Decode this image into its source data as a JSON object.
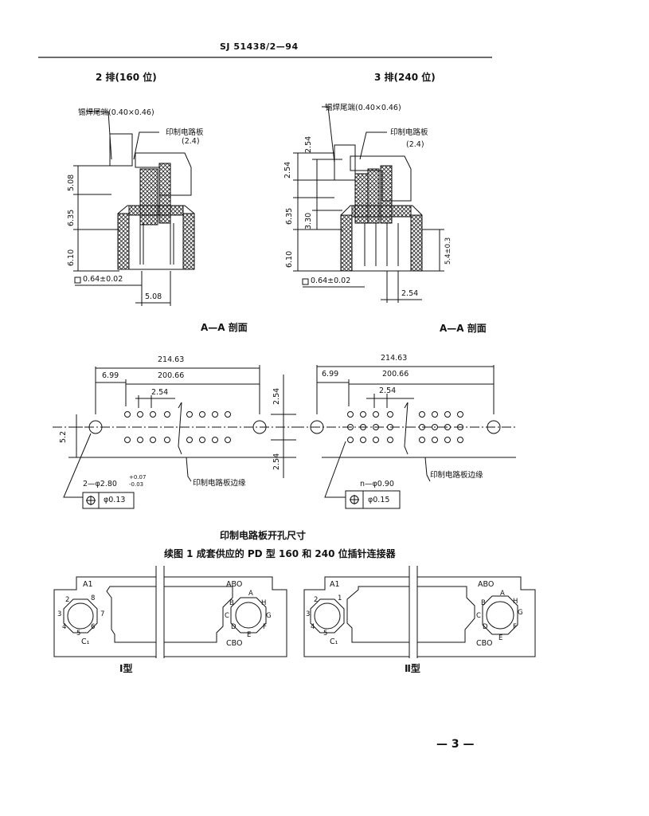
{
  "header": {
    "doc_code": "SJ 51438/2—94"
  },
  "sections": {
    "left_title": "2 排(160 位)",
    "right_title": "3 排(240 位)"
  },
  "left_section": {
    "solder_tail": "锡焊尾端(0.40×0.46)",
    "pcb": "印制电路板",
    "pcb_thk": "(2.4)",
    "dim_508": "5.08",
    "dim_635": "6.35",
    "dim_610": "6.10",
    "pin_tol": "0.64±0.02",
    "pitch": "5.08",
    "caption": "A—A 剖面"
  },
  "right_section": {
    "solder_tail": "锡焊尾端(0.40×0.46)",
    "pcb": "印制电路板",
    "pcb_thk": "(2.4)",
    "dim_254a": "2.54",
    "dim_254b": "2.54",
    "dim_635": "6.35",
    "dim_330": "3.30",
    "dim_610": "6.10",
    "dim_54": "5.4±0.3",
    "pin_tol": "0.64±0.02",
    "pitch": "2.54",
    "caption": "A—A 剖面"
  },
  "layout_left": {
    "d1": "214.63",
    "d2": "6.99",
    "d3": "200.66",
    "d4": "2.54",
    "d5": "2.54",
    "d6": "2.54",
    "d7": "5.2",
    "hole": "2—φ2.80",
    "tol_up": "+0.07",
    "tol_dn": "-0.03",
    "pos_tol": "φ0.13",
    "edge": "印制电路板边缘"
  },
  "layout_right": {
    "d1": "214.63",
    "d2": "6.99",
    "d3": "200.66",
    "d4": "2.54",
    "hole": "n—φ0.90",
    "pos_tol": "φ0.15",
    "edge": "印制电路板边缘"
  },
  "captions": {
    "pcb_cutout": "印制电路板开孔尺寸",
    "figure": "续图 1 成套供应的 PD 型 160 和 240 位插针连接器"
  },
  "type1": {
    "a1": "A1",
    "abo": "ABO",
    "c1": "C₁",
    "cbo": "CBO",
    "n2": "2",
    "n8": "8",
    "n3": "3",
    "n7": "7",
    "n4": "4",
    "n6": "6",
    "n5": "5",
    "la": "A",
    "lb": "B",
    "lh": "H",
    "lc": "C",
    "lg": "G",
    "ld": "D",
    "lf": "F",
    "le": "E",
    "caption": "Ⅰ型"
  },
  "type2": {
    "a1": "A1",
    "abo": "ABO",
    "c1": "C₁",
    "cbo": "CBO",
    "n2": "2",
    "n1": "1",
    "n3": "3",
    "n4": "4",
    "n5": "5",
    "la": "A",
    "lb": "B",
    "lh": "H",
    "lc": "C",
    "lg": "G",
    "ld": "D",
    "lf": "F",
    "le": "E",
    "caption": "Ⅱ型"
  },
  "footer": {
    "page": "— 3 —"
  }
}
